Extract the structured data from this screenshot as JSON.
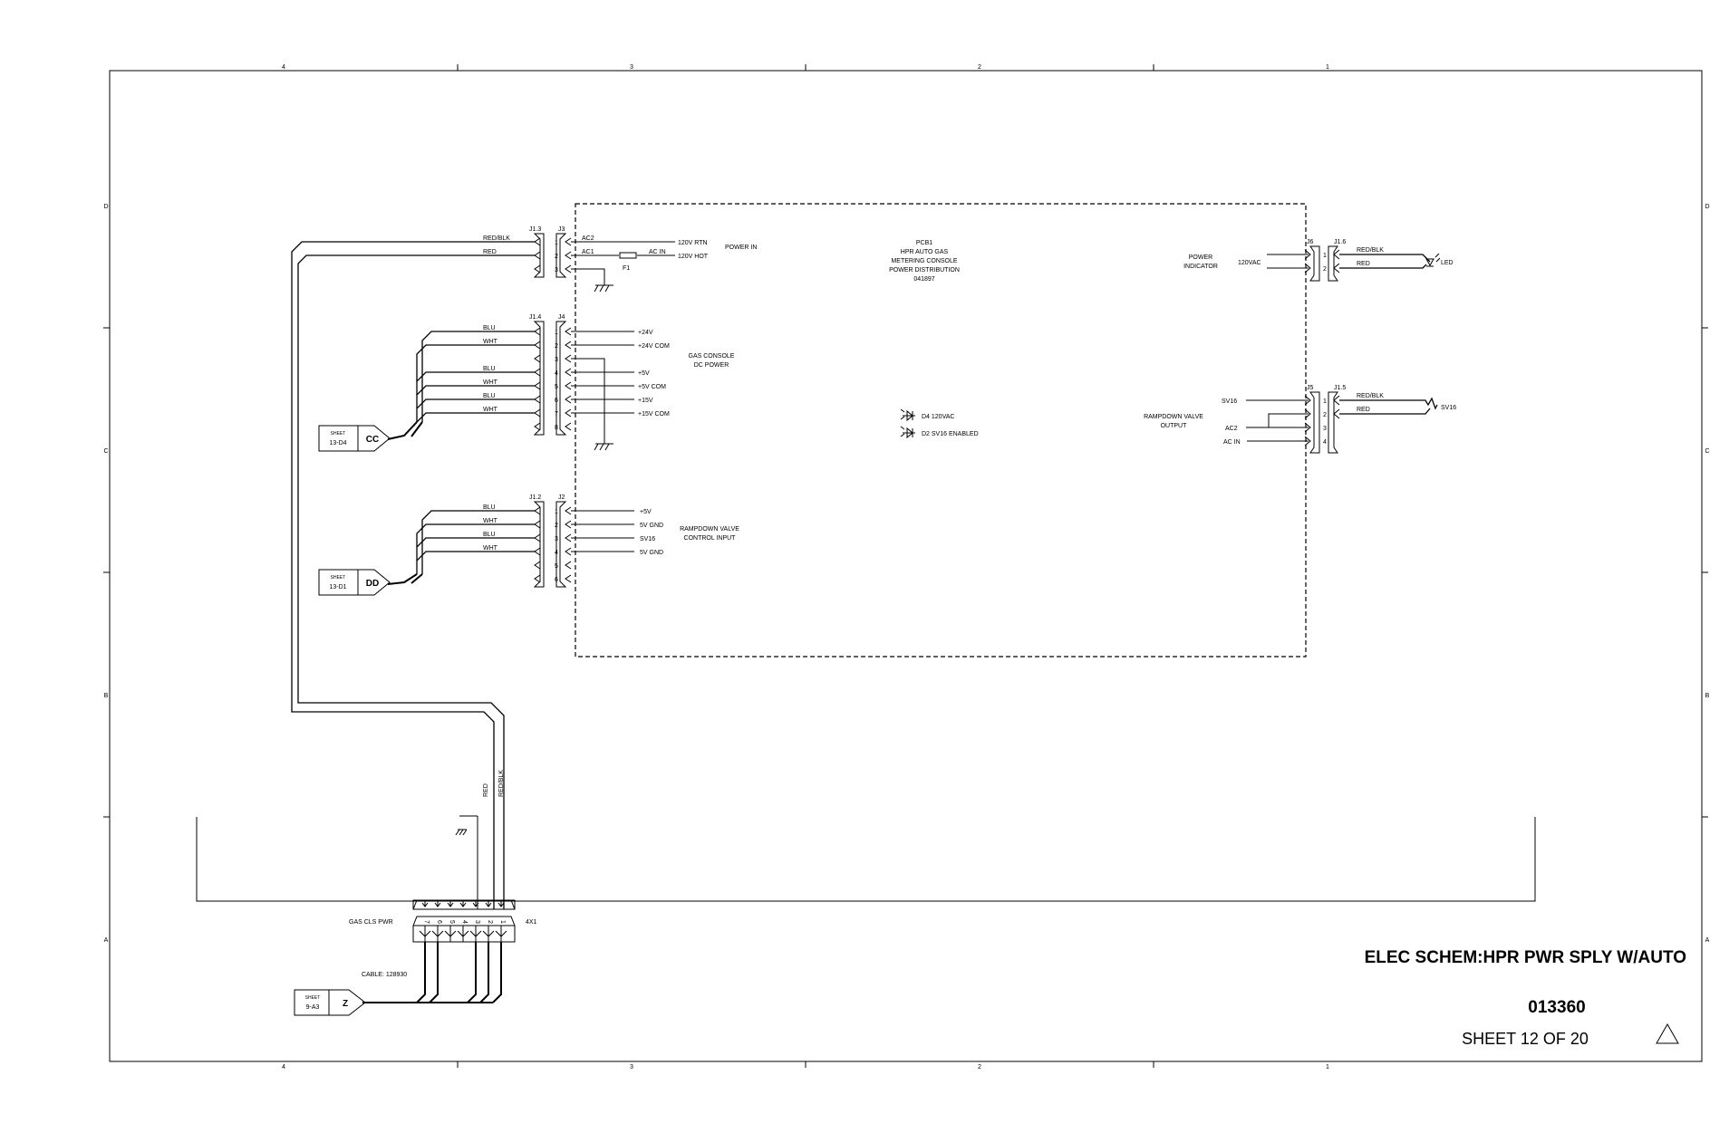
{
  "title_block": {
    "title": "ELEC SCHEM:HPR PWR SPLY W/AUTO",
    "drawing_number": "013360",
    "sheet": "SHEET 12 OF 20"
  },
  "zones": {
    "columns": [
      "4",
      "3",
      "2",
      "1"
    ],
    "rows": [
      "D",
      "C",
      "B",
      "A"
    ]
  },
  "pcb": {
    "name": "PCB1",
    "line1": "HPR AUTO GAS",
    "line2": "METERING CONSOLE",
    "line3": "POWER DISTRIBUTION",
    "part": "041897"
  },
  "power_in": {
    "connector_outer": "J1.3",
    "connector_inner": "J3",
    "wire_red_blk": "RED/BLK",
    "wire_red": "RED",
    "ac2": "AC2",
    "ac1": "AC1",
    "fuse": "F1",
    "ac_in": "AC IN",
    "rtn": "120V RTN",
    "hot": "120V HOT",
    "label": "POWER IN"
  },
  "dc_power": {
    "connector_outer": "J1.4",
    "connector_inner": "J4",
    "wires": [
      "BLU",
      "WHT",
      "BLU",
      "WHT",
      "BLU",
      "WHT"
    ],
    "signals": [
      "+24V",
      "+24V COM",
      "+5V",
      "+5V COM",
      "+15V",
      "+15V COM"
    ],
    "label1": "GAS CONSOLE",
    "label2": "DC POWER",
    "sheet_ref_label": "SHEET",
    "sheet_ref": "13-D4",
    "tag": "CC"
  },
  "rampdown_input": {
    "connector_outer": "J1.2",
    "connector_inner": "J2",
    "wires": [
      "BLU",
      "WHT",
      "BLU",
      "WHT"
    ],
    "signals": [
      "+5V",
      "5V GND",
      "SV16",
      "5V GND"
    ],
    "label1": "RAMPDOWN VALVE",
    "label2": "CONTROL INPUT",
    "sheet_ref_label": "SHEET",
    "sheet_ref": "13-D1",
    "tag": "DD"
  },
  "leds": {
    "d4": "D4 120VAC",
    "d2": "D2 SV16 ENABLED"
  },
  "power_indicator": {
    "label1": "POWER",
    "label2": "INDICATOR",
    "voltage": "120VAC",
    "connector_inner": "J6",
    "connector_outer": "J1.6",
    "wire_red_blk": "RED/BLK",
    "wire_red": "RED",
    "device": "LED"
  },
  "rampdown_output": {
    "label1": "RAMPDOWN VALVE",
    "label2": "OUTPUT",
    "signals": [
      "SV16",
      "AC2",
      "AC IN"
    ],
    "connector_inner": "J5",
    "connector_outer": "J1.5",
    "wire_red_blk": "RED/BLK",
    "wire_red": "RED",
    "device": "SV16"
  },
  "bottom": {
    "plug_label": "GAS CLS PWR",
    "plug_id": "4X1",
    "cable": "CABLE: 128930",
    "sheet_ref_label": "SHEET",
    "sheet_ref": "9-A3",
    "tag": "Z",
    "riser_red": "RED",
    "riser_red_blk": "RED/BLK",
    "pins": [
      "7",
      "6",
      "5",
      "4",
      "3",
      "2",
      "1"
    ]
  }
}
